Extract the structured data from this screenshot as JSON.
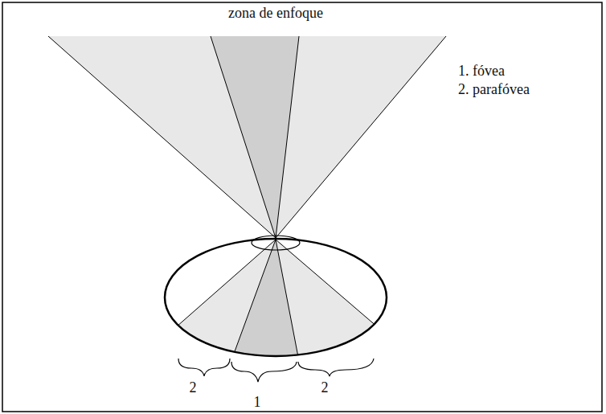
{
  "diagram": {
    "labels": [
      "zona de enfoque",
      "2",
      "1",
      "2",
      "1. fóvea",
      "2. parafóvea"
    ]
  }
}
